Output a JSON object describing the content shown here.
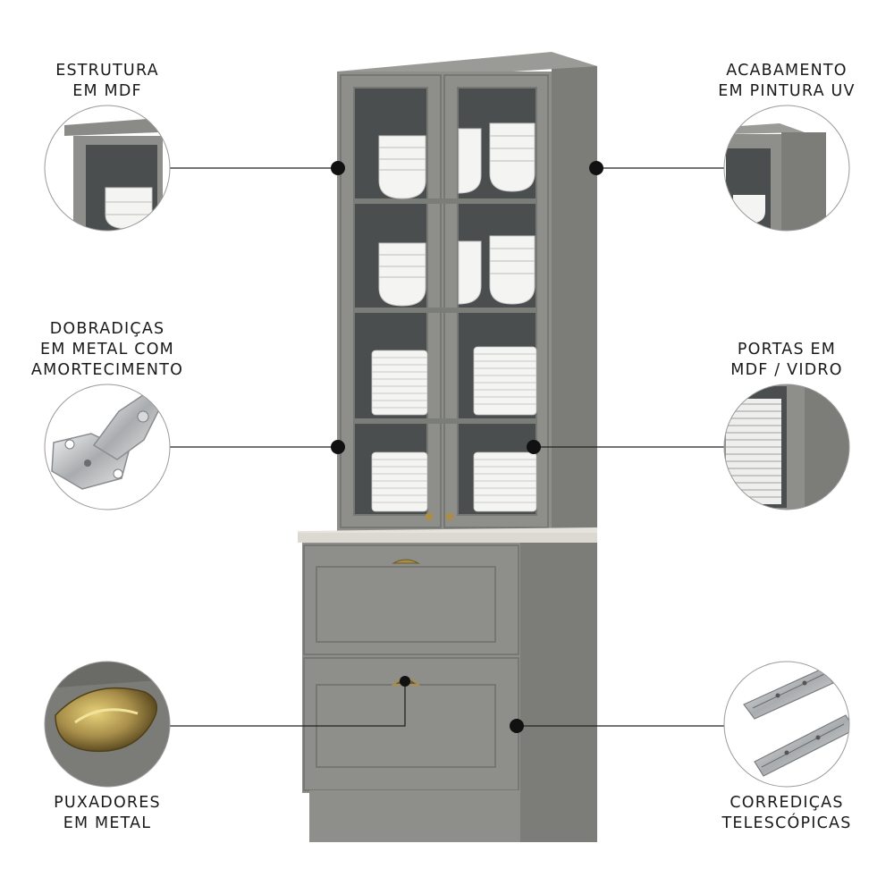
{
  "features": {
    "estrutura": {
      "lines": [
        "ESTRUTURA",
        "EM MDF"
      ]
    },
    "acabamento": {
      "lines": [
        "ACABAMENTO",
        "EM PINTURA UV"
      ]
    },
    "dobradicas": {
      "lines": [
        "DOBRADIÇAS",
        "EM METAL COM",
        "AMORTECIMENTO"
      ]
    },
    "portas": {
      "lines": [
        "PORTAS EM",
        "MDF / VIDRO"
      ]
    },
    "puxadores": {
      "lines": [
        "PUXADORES",
        "EM METAL"
      ]
    },
    "corredicas": {
      "lines": [
        "CORREDIÇAS",
        "TELESCÓPICAS"
      ]
    }
  },
  "colors": {
    "cabinet": "#8e8f8b",
    "cabinet_side": "#7c7d79",
    "cabinet_dark": "#6f706c",
    "glass": "#4a4e4f",
    "countertop": "#dcd9d2",
    "handle": "#a88e4a",
    "line": "#222222"
  }
}
